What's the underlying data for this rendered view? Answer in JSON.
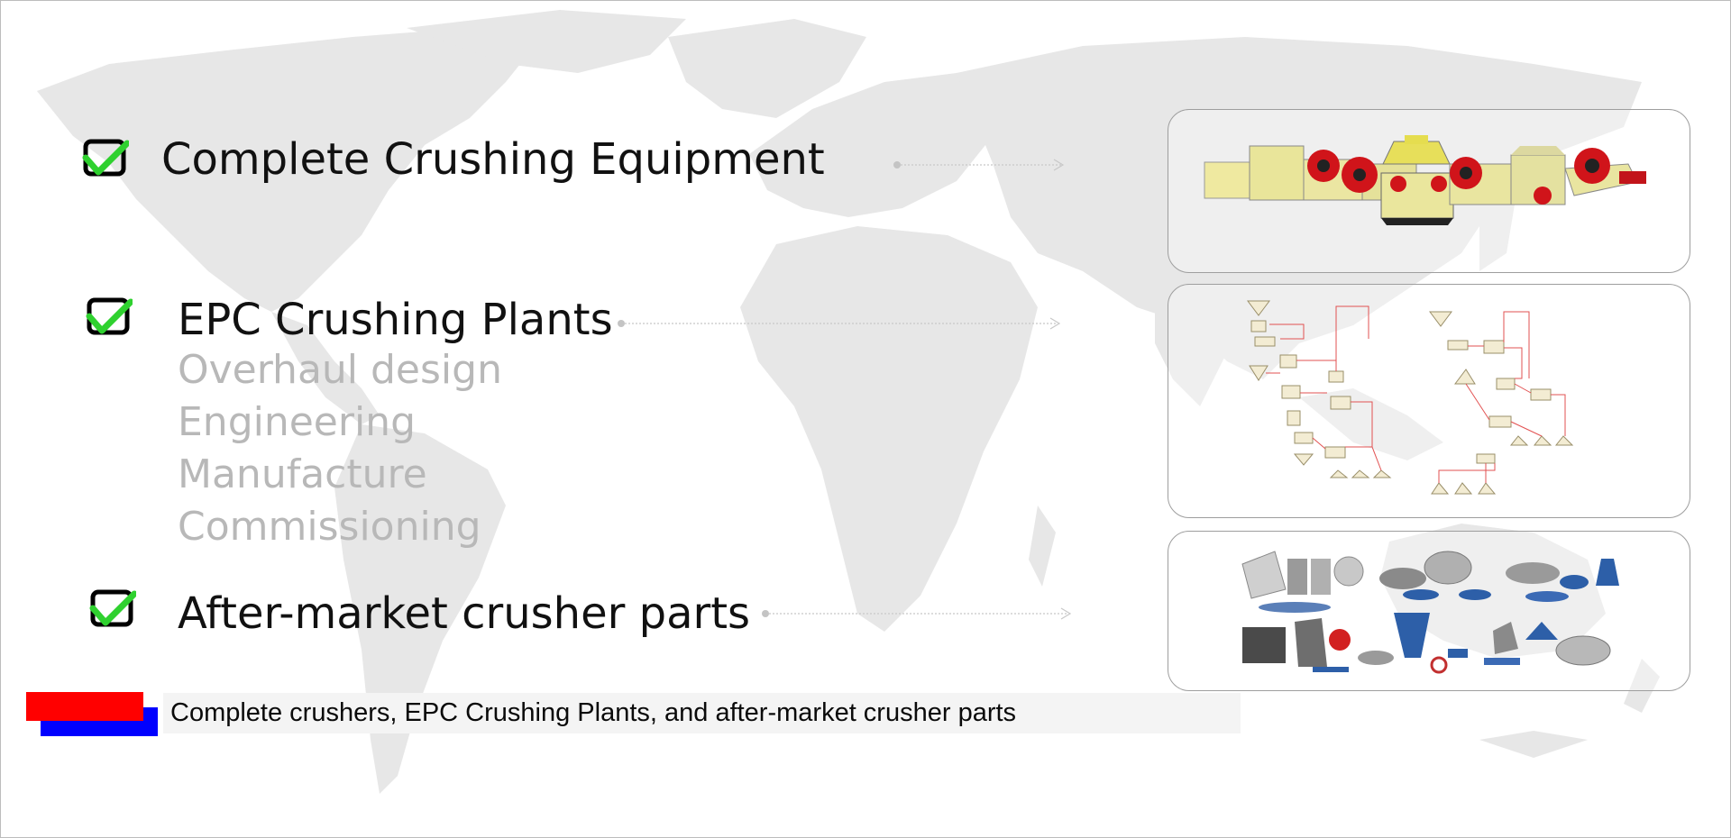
{
  "colors": {
    "map_fill": "#e6e6e6",
    "check_green": "#2fd12f",
    "accent_red": "#ff0000",
    "accent_blue": "#0000ff",
    "sub_item_gray": "#b8b8b8"
  },
  "items": [
    {
      "title": "Complete Crushing Equipment",
      "checked": true,
      "icon": "checkbox-checked-icon",
      "image_icon": "crushing-equipment-lineup-icon"
    },
    {
      "title": "EPC Crushing Plants",
      "checked": true,
      "icon": "checkbox-checked-icon",
      "image_icon": "plant-flowsheet-diagram-icon",
      "sub_items": [
        "Overhaul design",
        "Engineering",
        "Manufacture",
        "Commissioning"
      ]
    },
    {
      "title": "After-market crusher parts",
      "checked": true,
      "icon": "checkbox-checked-icon",
      "image_icon": "crusher-spare-parts-icon"
    }
  ],
  "caption": "Complete crushers, EPC Crushing Plants, and after-market crusher parts"
}
